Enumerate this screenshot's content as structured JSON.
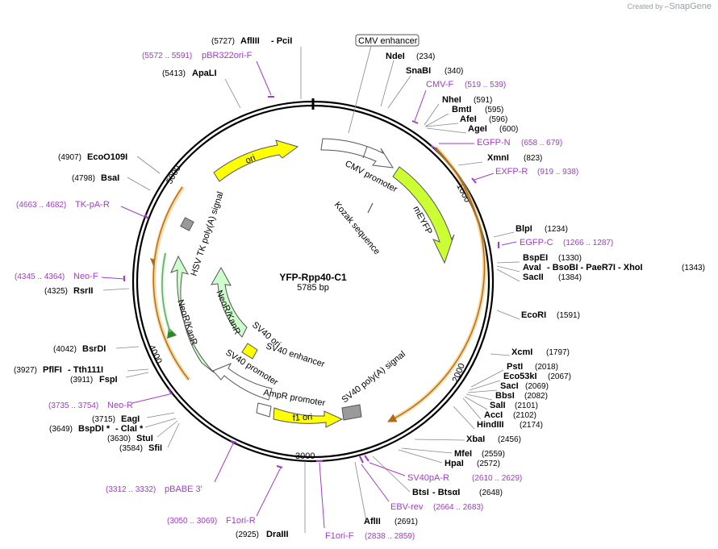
{
  "watermark": {
    "prefix": "Created by",
    "brand": "SnapGene"
  },
  "plasmid": {
    "name": "YFP-Rpp40-C1",
    "size_label": "5785 bp",
    "length": 5785
  },
  "ticks": [
    {
      "pos": 1000,
      "label": "1000"
    },
    {
      "pos": 2000,
      "label": "2000"
    },
    {
      "pos": 3000,
      "label": "3000"
    },
    {
      "pos": 4000,
      "label": "4000"
    },
    {
      "pos": 5000,
      "label": "5000"
    }
  ],
  "enzymes": [
    {
      "name": "AflIII",
      "pos": "(5727)",
      "extra": "-  PciI"
    },
    {
      "name": "ApaLI",
      "pos": "(5413)"
    },
    {
      "name": "NdeI",
      "pos": "(234)"
    },
    {
      "name": "SnaBI",
      "pos": "(340)"
    },
    {
      "name": "NheI",
      "pos": "(591)"
    },
    {
      "name": "BmtI",
      "pos": "(595)"
    },
    {
      "name": "AfeI",
      "pos": "(596)"
    },
    {
      "name": "AgeI",
      "pos": "(600)"
    },
    {
      "name": "XmnI",
      "pos": "(823)"
    },
    {
      "name": "BlpI",
      "pos": "(1234)"
    },
    {
      "name": "BspEI",
      "pos": "(1330)"
    },
    {
      "name": "AvaI",
      "pos": "(1343)",
      "extra": "-  BsoBI   -  PaeR7I   -  XhoI"
    },
    {
      "name": "SacII",
      "pos": "(1384)"
    },
    {
      "name": "EcoRI",
      "pos": "(1591)"
    },
    {
      "name": "XcmI",
      "pos": "(1797)"
    },
    {
      "name": "PstI",
      "pos": "(2018)"
    },
    {
      "name": "Eco53kI",
      "pos": "(2067)"
    },
    {
      "name": "SacI",
      "pos": "(2069)"
    },
    {
      "name": "BbsI",
      "pos": "(2082)"
    },
    {
      "name": "SalI",
      "pos": "(2101)"
    },
    {
      "name": "AccI",
      "pos": "(2102)"
    },
    {
      "name": "HindIII",
      "pos": "(2174)"
    },
    {
      "name": "XbaI",
      "pos": "(2456)"
    },
    {
      "name": "MfeI",
      "pos": "(2559)"
    },
    {
      "name": "HpaI",
      "pos": "(2572)"
    },
    {
      "name": "BtsI",
      "pos": "(2648)",
      "extra": "-  BtsαI"
    },
    {
      "name": "AflII",
      "pos": "(2691)"
    },
    {
      "name": "DraIII",
      "pos": "(2925)"
    },
    {
      "name": "SfiI",
      "pos": "(3584)"
    },
    {
      "name": "StuI",
      "pos": "(3630)"
    },
    {
      "name": "BspDI *",
      "pos": "(3649)",
      "extra": "-  ClaI *"
    },
    {
      "name": "EagI",
      "pos": "(3715)"
    },
    {
      "name": "FspI",
      "pos": "(3911)"
    },
    {
      "name": "PflFI",
      "pos": "(3927)",
      "extra": "-  Tth111I"
    },
    {
      "name": "BsrDI",
      "pos": "(4042)"
    },
    {
      "name": "RsrII",
      "pos": "(4325)"
    },
    {
      "name": "BsaI",
      "pos": "(4798)"
    },
    {
      "name": "EcoO109I",
      "pos": "(4907)"
    }
  ],
  "primers": [
    {
      "name": "pBR322ori-F",
      "range": "(5572 .. 5591)"
    },
    {
      "name": "CMV-F",
      "range": "(519 .. 539)"
    },
    {
      "name": "EGFP-N",
      "range": "(658 .. 679)"
    },
    {
      "name": "EXFP-R",
      "range": "(919 .. 938)"
    },
    {
      "name": "EGFP-C",
      "range": "(1266 .. 1287)"
    },
    {
      "name": "SV40pA-R",
      "range": "(2610 .. 2629)"
    },
    {
      "name": "EBV-rev",
      "range": "(2664 .. 2683)"
    },
    {
      "name": "F1ori-F",
      "range": "(2838 .. 2859)"
    },
    {
      "name": "F1ori-R",
      "range": "(3050 .. 3069)"
    },
    {
      "name": "pBABE 3'",
      "range": "(3312 .. 3332)"
    },
    {
      "name": "Neo-R",
      "range": "(3735 .. 3754)"
    },
    {
      "name": "Neo-F",
      "range": "(4345 .. 4364)"
    },
    {
      "name": "TK-pA-R",
      "range": "(4663 .. 4682)"
    }
  ],
  "features": [
    {
      "name": "CMV enhancer",
      "boxed": true
    },
    {
      "name": "CMV promoter"
    },
    {
      "name": "Kozak sequence"
    },
    {
      "name": "mEYFP"
    },
    {
      "name": "SV40 poly(A) signal"
    },
    {
      "name": "f1 ori"
    },
    {
      "name": "AmpR promoter"
    },
    {
      "name": "SV40 promoter"
    },
    {
      "name": "SV40 ori"
    },
    {
      "name": "SV40 enhancer"
    },
    {
      "name": "NeoR/KanR"
    },
    {
      "name": "HSV TK poly(A) signal"
    },
    {
      "name": "ori"
    }
  ],
  "colors": {
    "backbone": "#000000",
    "ori": "#ffff00",
    "mEYFP": "#ccff33",
    "NeoR": "#ccffcc",
    "promoter": "#ffffff",
    "polyA": "#9a9a9a",
    "primer": "#a23cc8",
    "orf_arc": "#f0c060"
  }
}
